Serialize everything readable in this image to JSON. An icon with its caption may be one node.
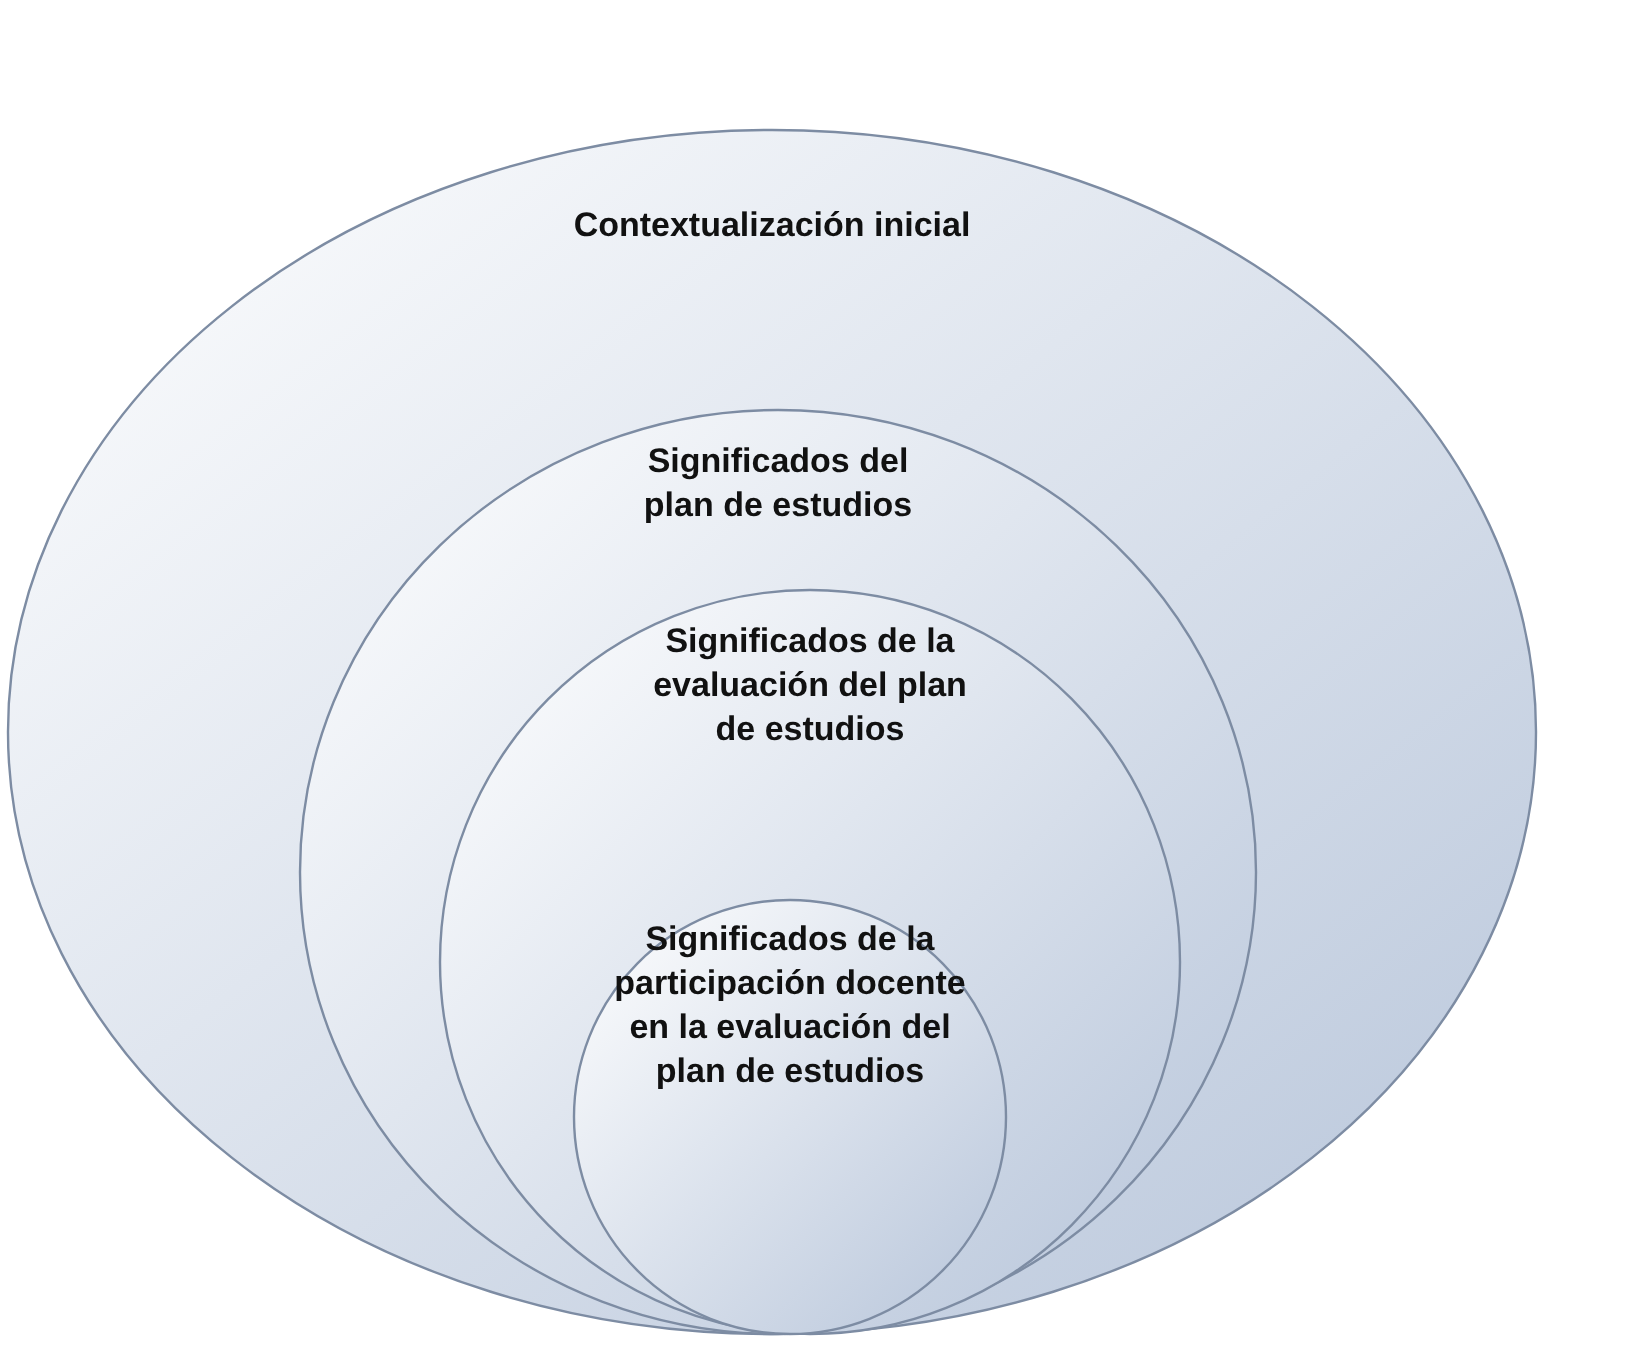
{
  "diagram": {
    "nodes": [
      {
        "text": [
          "Contextualización inicial"
        ]
      },
      {
        "text": [
          "Significados del plan de estudios"
        ],
        "in": 0
      },
      {
        "text": [
          "Significados de la evaluación del plan de estudios"
        ],
        "in": 1
      },
      {
        "text": [
          "Significados de la participación docente en la evaluación del plan de estudios"
        ],
        "in": 2
      }
    ]
  }
}
